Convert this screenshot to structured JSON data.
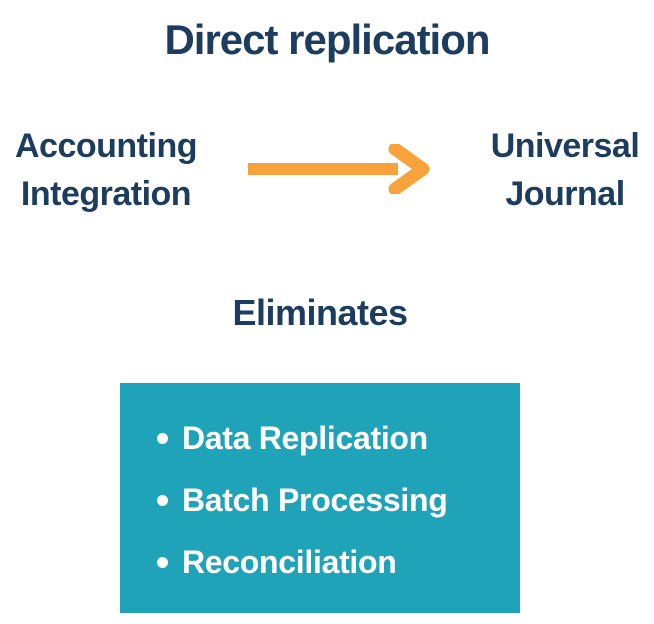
{
  "title": "Direct replication",
  "flow": {
    "source": {
      "lines": [
        "Accounting",
        "Integration"
      ]
    },
    "arrow": "right-arrow",
    "target": {
      "lines": [
        "Universal",
        "Journal"
      ]
    }
  },
  "eliminates": {
    "heading": "Eliminates",
    "items": [
      "Data Replication",
      "Batch Processing",
      "Reconciliation"
    ]
  },
  "colors": {
    "navy": "#1D3D5E",
    "teal": "#1EA3B8",
    "orange": "#F8A23C",
    "white": "#FFFFFF",
    "background": "#FFFFFF"
  }
}
